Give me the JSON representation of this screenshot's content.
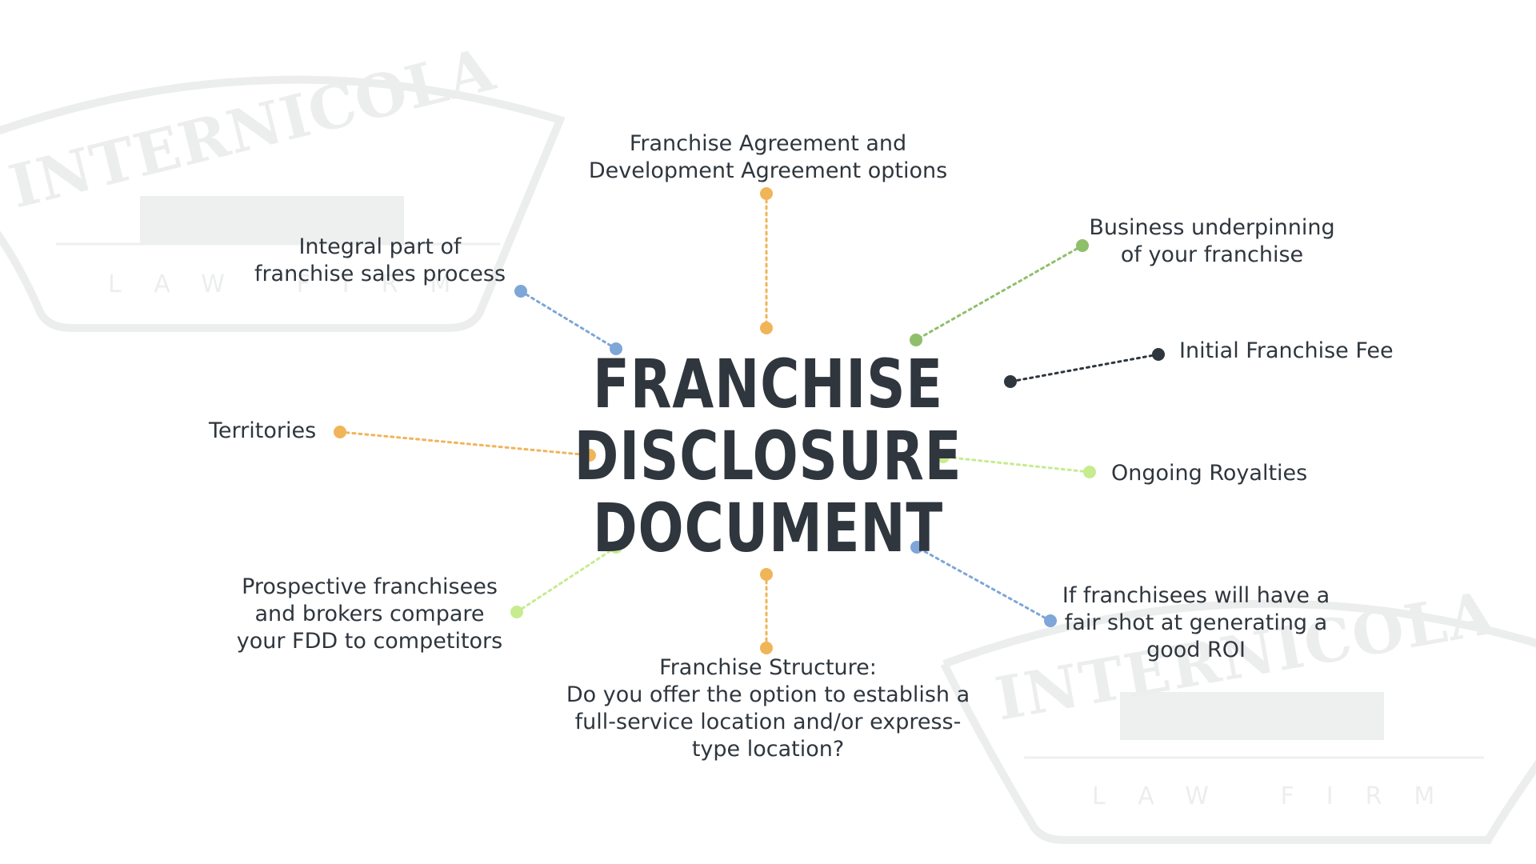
{
  "colors": {
    "text": "#2f363d",
    "orange": "#f0b559",
    "green": "#8fbf6a",
    "light_green": "#c6ec8f",
    "blue": "#7ea6d8",
    "dark": "#2f363d",
    "watermark": "#eceeed"
  },
  "watermark": {
    "brand": "INTERNICOLA",
    "subtitle": "LAW FIRM"
  },
  "diagram": {
    "title_lines": [
      "FRANCHISE",
      "DISCLOSURE",
      "DOCUMENT"
    ],
    "items": {
      "agreement": "Franchise Agreement and\nDevelopment Agreement options",
      "business": "Business underpinning\nof your franchise",
      "fee": "Initial Franchise Fee",
      "royalties": "Ongoing Royalties",
      "roi": "If franchisees will have a\nfair shot at generating a\ngood ROI",
      "structure": "Franchise Structure:\nDo you offer the option to establish a\nfull-service location and/or express-\ntype location?",
      "compare": "Prospective franchisees\nand brokers compare\nyour FDD to competitors",
      "territories": "Territories",
      "integral": "Integral part of\nfranchise sales process"
    }
  }
}
